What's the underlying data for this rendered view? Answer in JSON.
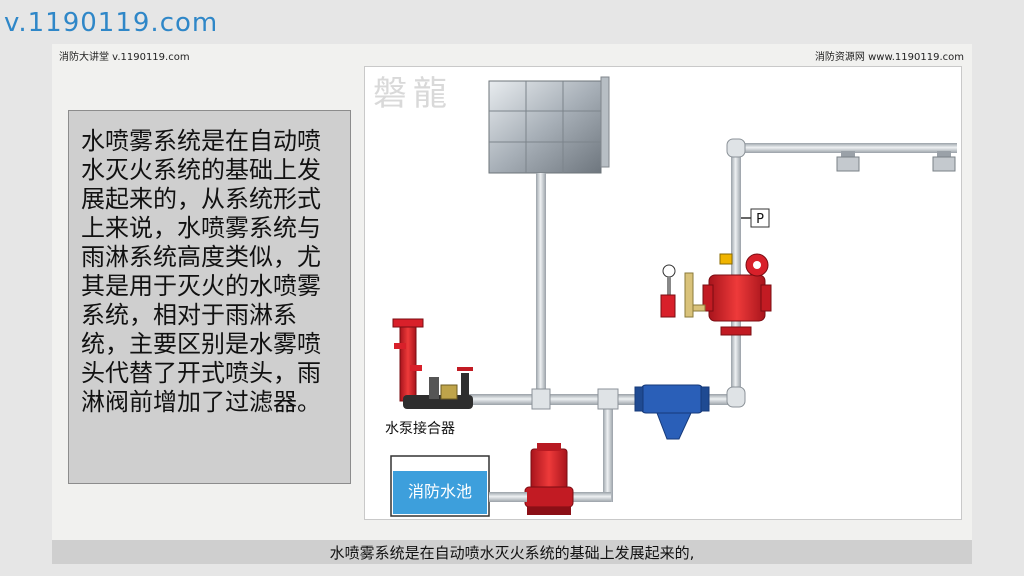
{
  "watermark": "v.1190119.com",
  "header": {
    "left": "消防大讲堂 v.1190119.com",
    "right": "消防资源网 www.1190119.com"
  },
  "textbox": {
    "body": "水喷雾系统是在自动喷水灭火系统的基础上发展起来的，从系统形式上来说，水喷雾系统与雨淋系统高度类似，尤其是用于灭火的水喷雾系统，相对于雨淋系统，主要区别是水雾喷头代替了开式喷头，雨淋阀前增加了过滤器。"
  },
  "diagram": {
    "logo": "磐龍",
    "pressure_switch_label": "P",
    "pump_connector_label": "水泵接合器",
    "pool_label": "消防水池",
    "colors": {
      "pipe": "#c9ced4",
      "valve_red": "#d8202a",
      "strainer_blue": "#2a5fb8",
      "pool_blue": "#3d9fdc"
    }
  },
  "caption": "水喷雾系统是在自动喷水灭火系统的基础上发展起来的,"
}
